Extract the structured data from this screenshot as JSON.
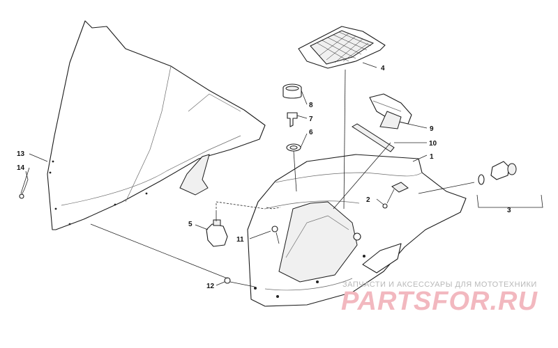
{
  "callouts": {
    "c1": "1",
    "c2": "2",
    "c3": "3",
    "c4": "4",
    "c5": "5",
    "c6": "6",
    "c7": "7",
    "c8": "8",
    "c9": "9",
    "c10": "10",
    "c11": "11",
    "c12": "12",
    "c13": "13",
    "c14": "14"
  },
  "watermark": {
    "tagline": "ЗАПЧАСТИ И АКСЕССУАРЫ ДЛЯ МОТОТЕХНИКИ",
    "brand": "PARTSFOR.RU",
    "color": "#f2b8bf"
  }
}
